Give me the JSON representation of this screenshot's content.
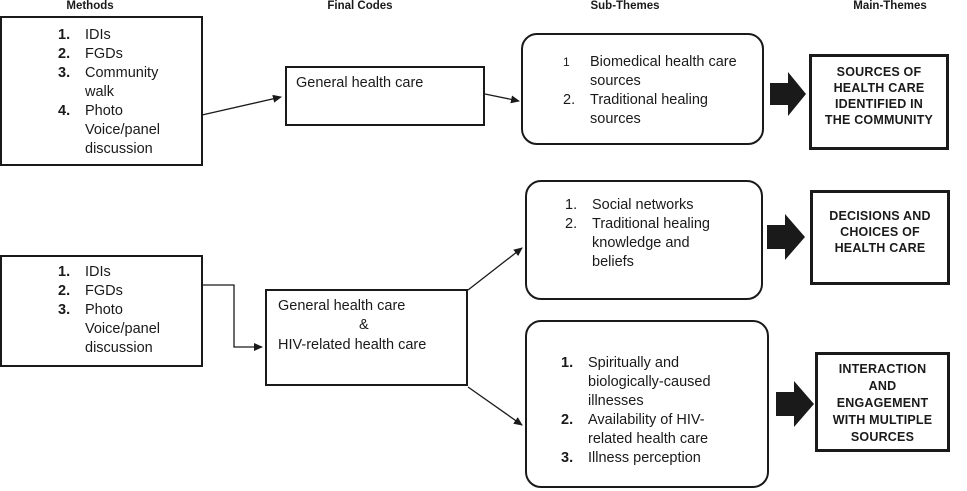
{
  "headers": {
    "methods": "Methods",
    "final_codes": "Final Codes",
    "sub_themes": "Sub-Themes",
    "main_themes": "Main-Themes"
  },
  "row1": {
    "methods": [
      {
        "num": "1.",
        "text": "IDIs"
      },
      {
        "num": "2.",
        "text": "FGDs"
      },
      {
        "num": "3.",
        "text": "Community"
      },
      {
        "num": "",
        "text": "walk"
      },
      {
        "num": "4.",
        "text": "Photo"
      },
      {
        "num": "",
        "text": "Voice/panel"
      },
      {
        "num": "",
        "text": "discussion"
      }
    ],
    "final_code": "General health care",
    "sub_themes": [
      {
        "num": "1",
        "text": "Biomedical health care"
      },
      {
        "num": "",
        "text": "sources"
      },
      {
        "num": "2.",
        "text": "Traditional healing"
      },
      {
        "num": "",
        "text": "sources"
      }
    ],
    "main_theme": [
      "SOURCES OF",
      "HEALTH CARE",
      "IDENTIFIED IN",
      "THE COMMUNITY"
    ]
  },
  "row2": {
    "methods": [
      {
        "num": "1.",
        "text": "IDIs"
      },
      {
        "num": "2.",
        "text": "FGDs"
      },
      {
        "num": "3.",
        "text": "Photo"
      },
      {
        "num": "",
        "text": "Voice/panel"
      },
      {
        "num": "",
        "text": "discussion"
      }
    ],
    "final_code": {
      "line1": "General health care",
      "line2": "&",
      "line3": "HIV-related health care"
    },
    "sub_theme_a": [
      {
        "num": "1.",
        "text": "Social networks"
      },
      {
        "num": "2.",
        "text": "Traditional healing"
      },
      {
        "num": "",
        "text": "knowledge and"
      },
      {
        "num": "",
        "text": "beliefs"
      }
    ],
    "main_theme_a": [
      "DECISIONS AND",
      "CHOICES OF",
      "HEALTH CARE"
    ],
    "sub_theme_b": [
      {
        "num": "1.",
        "text": "Spiritually and"
      },
      {
        "num": "",
        "text": "biologically-caused"
      },
      {
        "num": "",
        "text": "illnesses"
      },
      {
        "num": "2.",
        "text": "Availability of HIV-"
      },
      {
        "num": "",
        "text": "related health care"
      },
      {
        "num": "3.",
        "text": "Illness perception"
      }
    ],
    "main_theme_b": [
      "INTERACTION",
      "AND",
      "ENGAGEMENT",
      "WITH MULTIPLE",
      "SOURCES"
    ]
  }
}
